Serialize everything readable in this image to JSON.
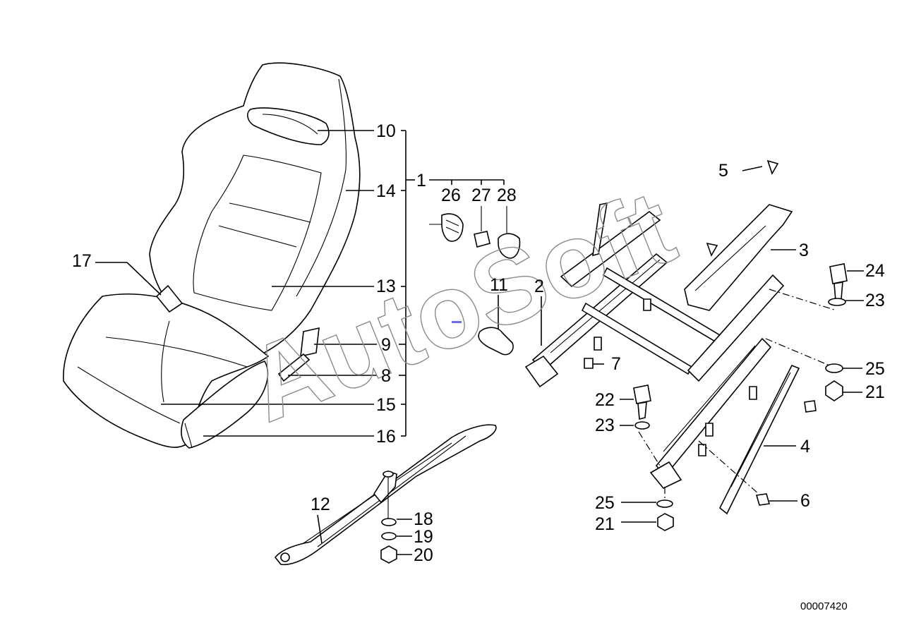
{
  "diagram": {
    "reference_number": "00007420",
    "watermark": "AutoSoft",
    "callouts": {
      "c1": "1",
      "c2": "2",
      "c3": "3",
      "c4": "4",
      "c5": "5",
      "c6": "6",
      "c7": "7",
      "c8": "8",
      "c9": "9",
      "c10": "10",
      "c11": "11",
      "c12": "12",
      "c13": "13",
      "c14": "14",
      "c15": "15",
      "c16": "16",
      "c17": "17",
      "c18": "18",
      "c19": "19",
      "c20": "20",
      "c21a": "21",
      "c21b": "21",
      "c22": "22",
      "c23a": "23",
      "c23b": "23",
      "c24": "24",
      "c25a": "25",
      "c25b": "25",
      "c26": "26",
      "c27": "27",
      "c28": "28"
    }
  }
}
